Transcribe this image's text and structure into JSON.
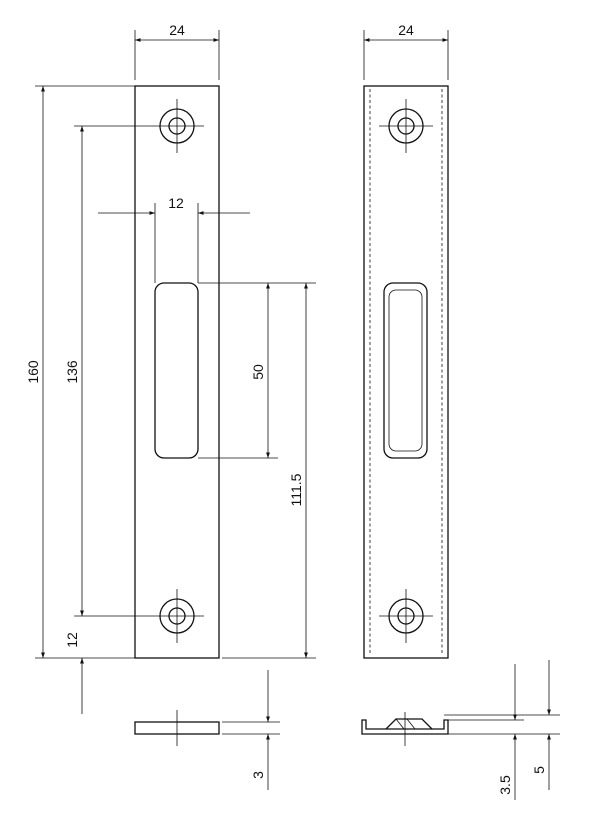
{
  "dimensions": {
    "front_width": "24",
    "side_width": "24",
    "slot_width": "12",
    "overall_height": "160",
    "hole_spacing": "136",
    "slot_height": "50",
    "slot_position": "111.5",
    "hole_offset": "12",
    "thickness": "3",
    "side_lip": "3.5",
    "side_depth": "5"
  },
  "colors": {
    "line": "#111111",
    "background": "#ffffff"
  }
}
